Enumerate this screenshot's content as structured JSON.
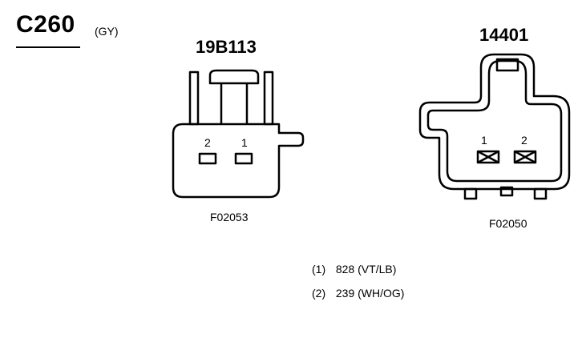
{
  "connector": {
    "id": "C260",
    "color": "(GY)"
  },
  "left_view": {
    "part": "19B113",
    "code": "F02053",
    "pins": [
      "2",
      "1"
    ]
  },
  "right_view": {
    "part": "14401",
    "code": "F02050",
    "pins": [
      "1",
      "2"
    ]
  },
  "legend": [
    {
      "pin": "(1)",
      "circuit": "828 (VT/LB)"
    },
    {
      "pin": "(2)",
      "circuit": "239 (WH/OG)"
    }
  ]
}
